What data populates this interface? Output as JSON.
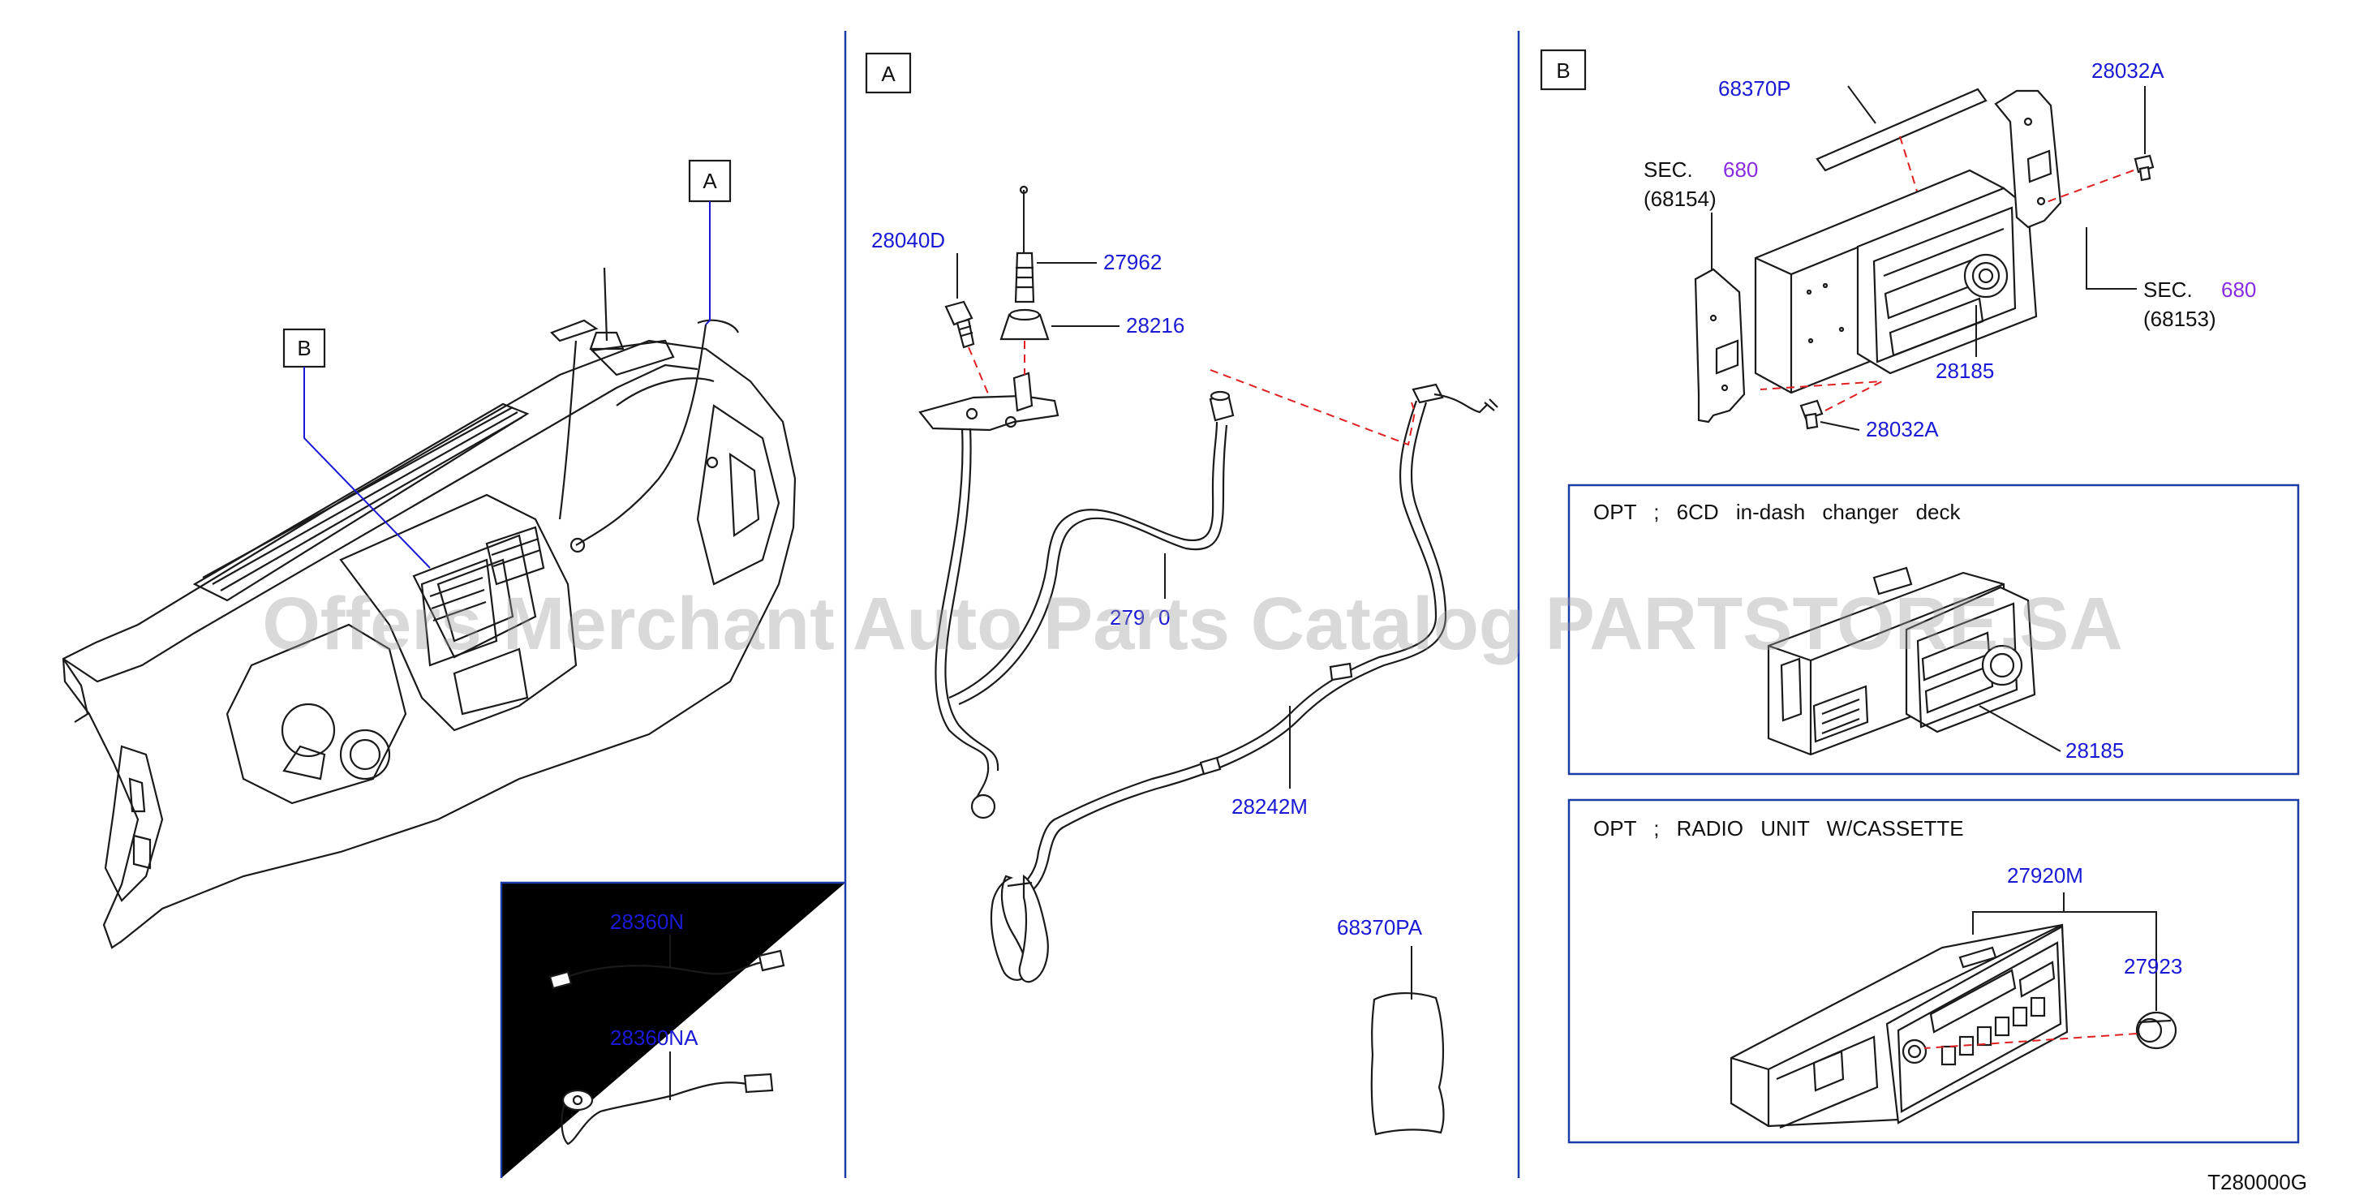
{
  "diagram_code": "T280000G",
  "watermark": "Offers Merchant Auto Parts Catalog PARTSTORE.SA",
  "callouts": {
    "A": "A",
    "B": "B"
  },
  "section_a": {
    "box_label": "A",
    "parts": {
      "p28040D": "28040D",
      "p27962": "27962",
      "p28216": "28216",
      "p279x0": "279",
      "p279x0_tail": "0",
      "p28242M": "28242M",
      "p68370PA": "68370PA"
    }
  },
  "section_ground": {
    "parts": {
      "p28360N": "28360N",
      "p28360NA": "28360NA"
    }
  },
  "section_b": {
    "box_label": "B",
    "parts": {
      "p68370P": "68370P",
      "p28032A_top": "28032A",
      "p28032A_bottom": "28032A",
      "p28185": "28185"
    },
    "sec_left": {
      "prefix": "SEC.",
      "number": "680",
      "ref": "(68154)"
    },
    "sec_right": {
      "prefix": "SEC.",
      "number": "680",
      "ref": "(68153)"
    }
  },
  "opt_changer": {
    "text": "OPT ; 6CD in-dash changer deck",
    "part": "28185"
  },
  "opt_cassette": {
    "text": "OPT ; RADIO UNIT W/CASSETTE",
    "parts": {
      "p27920M": "27920M",
      "p27923": "27923"
    }
  },
  "colors": {
    "part_number": "#1a1ad6",
    "section_ref": "#8a2be2",
    "divider": "#1a3aa6",
    "leader_dashed": "#e02020",
    "line_art": "#1a1a1a"
  }
}
